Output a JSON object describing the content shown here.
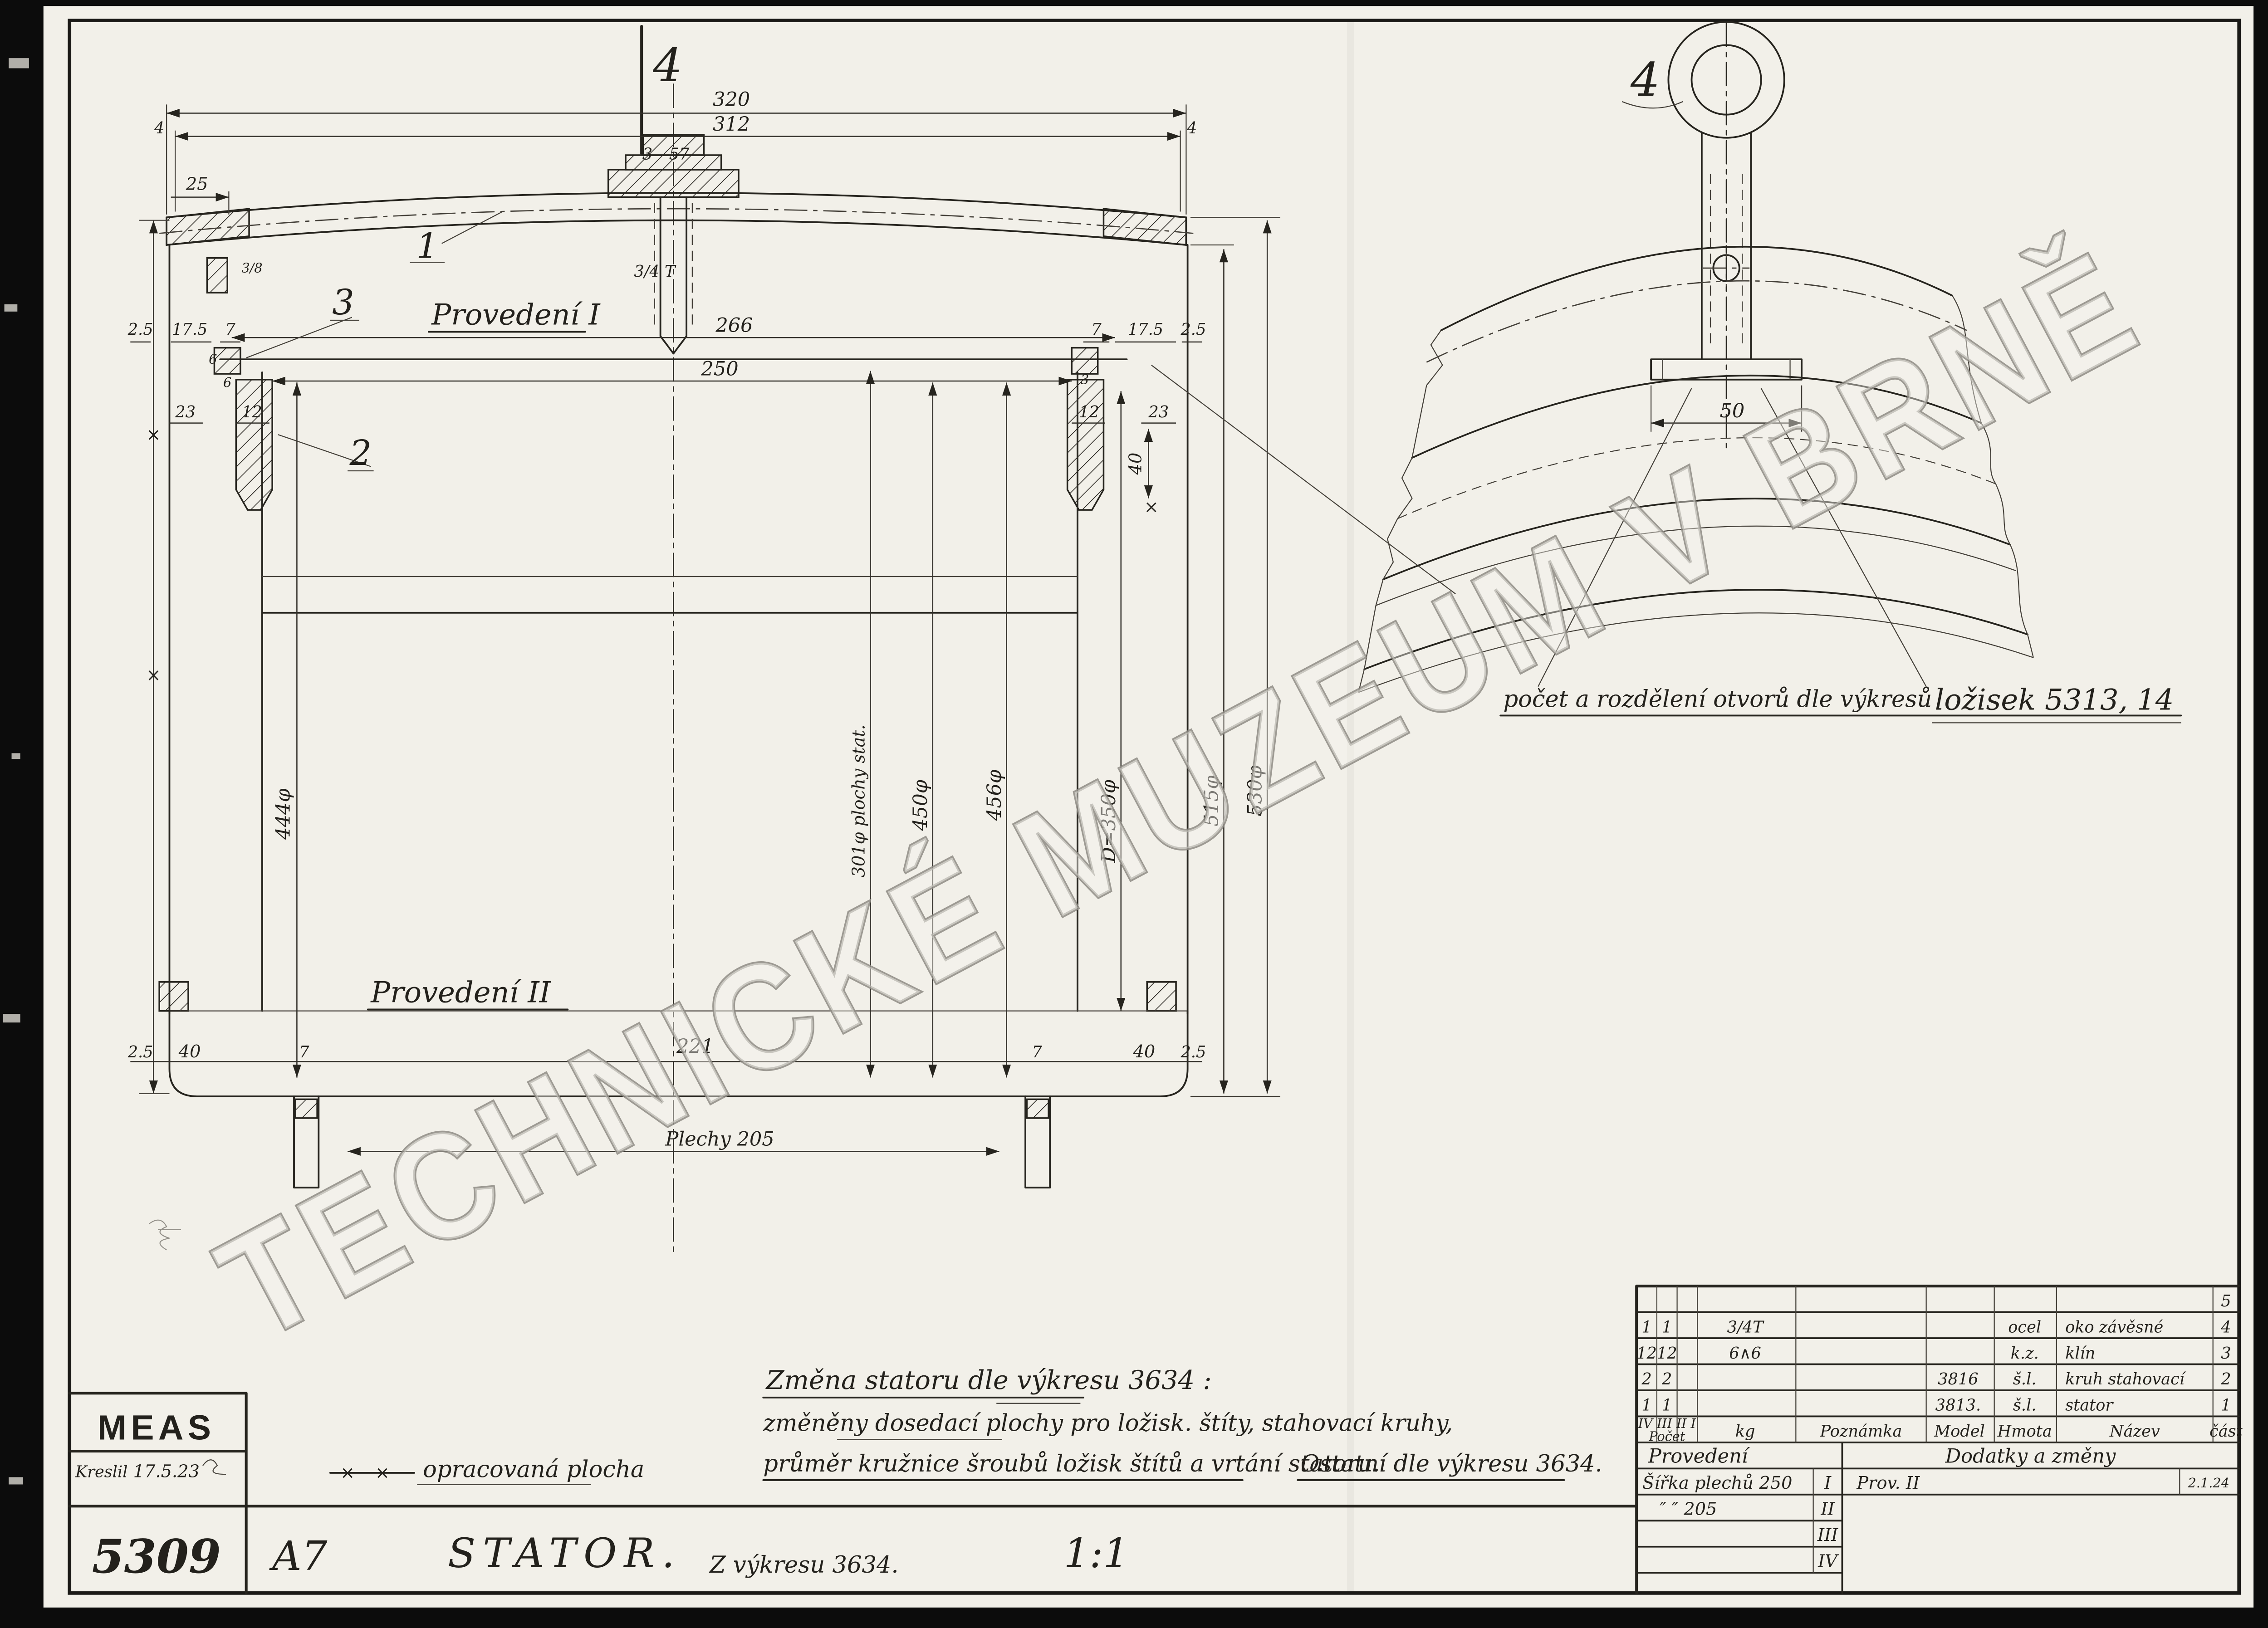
{
  "watermark": "TECHNICKÉ MUZEUM V BRNĚ",
  "symbols": {
    "x": "×"
  },
  "main_view": {
    "section_callout": "4",
    "callout_1": "1",
    "callout_2": "2",
    "callout_3": "3",
    "provedeni_i": "Provedení I",
    "provedeni_ii": "Provedení II",
    "dim_320": "320",
    "dim_312": "312",
    "dim_4_left": "4",
    "dim_4_right": "4",
    "dim_25": "25",
    "dim_3_boss": "3",
    "dim_57": "57",
    "thread": "3/4 T",
    "dim_3_8": "3/8",
    "dim_266": "266",
    "dim_250": "250",
    "dim_2_5_tl": "2.5",
    "dim_17_5_l": "17.5",
    "dim_7_l": "7",
    "dim_6_a": "6",
    "dim_6_b": "6",
    "dim_23_l": "23",
    "dim_12_l": "12",
    "dim_7_r": "7",
    "dim_17_5_r": "17.5",
    "dim_2_5_tr": "2.5",
    "dim_3_r": "3",
    "dim_12_r": "12",
    "dim_23_r": "23",
    "dim_40_r": "40",
    "dia_444": "444φ",
    "dia_301": "301φ plochy stat.",
    "dia_450": "450φ",
    "dia_456": "456φ",
    "dia_350": "D=350φ",
    "dia_515": "515φ",
    "dia_530": "530φ",
    "dim_2_5_bl": "2.5",
    "dim_40_bl": "40",
    "dim_7_bl": "7",
    "dim_221": "221",
    "dim_7_br": "7",
    "dim_40_br": "40",
    "dim_2_5_br": "2.5",
    "plechy_205": "Plechy 205"
  },
  "detail_view": {
    "callout": "4",
    "dim_50": "50",
    "note_text": "počet a rozdělení otvorů dle výkresů",
    "note_ref": "ložisek 5313, 14"
  },
  "notes": {
    "heading": "Změna statoru dle výkresu 3634 :",
    "line1": "změněny dosedací plochy pro ložisk. štíty, stahovací kruhy,",
    "line2": "průměr kružnice šroubů ložisk štítů a vrtání statoru.",
    "line2b": "Ostatní dle výkresu 3634.",
    "surface_note": "opracovaná plocha"
  },
  "title_block": {
    "company": "MEAS",
    "kreslil_label": "Kreslil",
    "kreslil_date": "17.5.23",
    "drawing_no": "5309",
    "format": "A7",
    "title": "STATOR.",
    "source": "Z výkresu 3634.",
    "scale": "1:1"
  },
  "parts_table": {
    "rows": [
      {
        "q2": "",
        "q1": "",
        "note": "",
        "model": "",
        "mat": "",
        "name": "",
        "pos": "5"
      },
      {
        "q2": "1",
        "q1": "1",
        "note": "3/4T",
        "model": "",
        "mat": "ocel",
        "name": "oko závěsné",
        "pos": "4"
      },
      {
        "q2": "12",
        "q1": "12",
        "note": "6∧6",
        "model": "",
        "mat": "k.z.",
        "name": "klín",
        "pos": "3"
      },
      {
        "q2": "2",
        "q1": "2",
        "note": "",
        "model": "3816",
        "mat": "š.l.",
        "name": "kruh stahovací",
        "pos": "2"
      },
      {
        "q2": "1",
        "q1": "1",
        "note": "",
        "model": "3813.",
        "mat": "š.l.",
        "name": "stator",
        "pos": "1"
      }
    ],
    "header": {
      "romans": "IV III II I",
      "pocet": "Počet",
      "kg": "kg",
      "poznamka": "Poznámka",
      "model": "Model",
      "hmota": "Hmota",
      "nazev": "Název",
      "cast": "část"
    },
    "provedeni_label": "Provedení",
    "dodatky_label": "Dodatky a změny",
    "prov_ii": "Prov. II",
    "date": "2.1.24",
    "sirka_row1": "Šířka plechů 250",
    "sirka_row1_roman": "I",
    "sirka_row2": "″   ″   205",
    "sirka_row2_roman": "II",
    "roman_iii": "III",
    "roman_iv": "IV"
  }
}
